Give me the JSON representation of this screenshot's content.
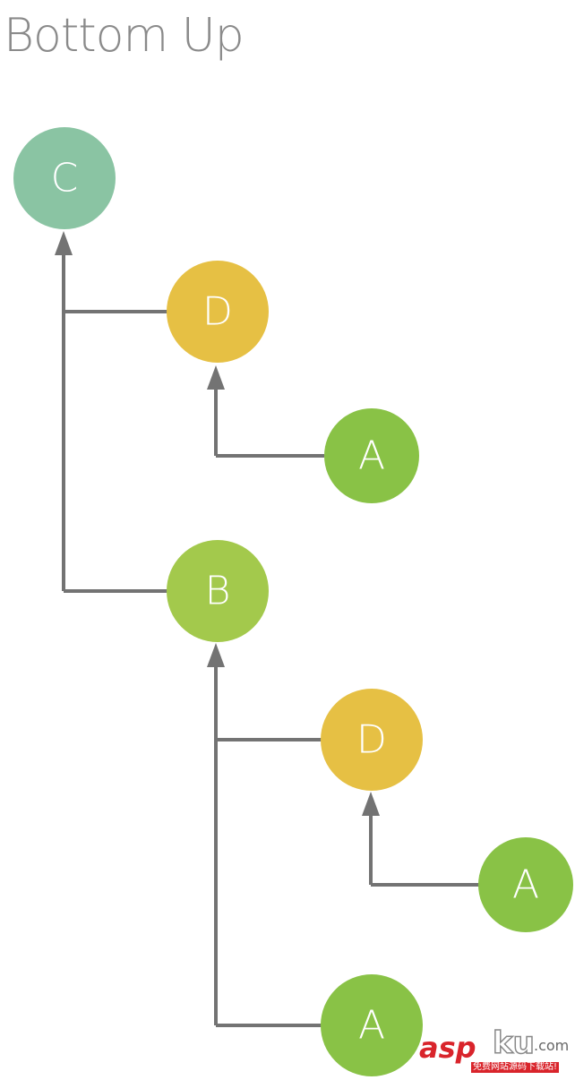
{
  "title": "Bottom Up",
  "colors": {
    "edge": "#737373",
    "title": "#8a8a8a",
    "node_C": "#8ac4a3",
    "node_D": "#e6c044",
    "node_A": "#89c246",
    "node_B": "#a3c94c"
  },
  "nodes": [
    {
      "id": "c",
      "label": "C"
    },
    {
      "id": "d1",
      "label": "D"
    },
    {
      "id": "a1",
      "label": "A"
    },
    {
      "id": "b",
      "label": "B"
    },
    {
      "id": "d2",
      "label": "D"
    },
    {
      "id": "a2",
      "label": "A"
    },
    {
      "id": "a3",
      "label": "A"
    }
  ],
  "watermark": {
    "brand_main": "asp",
    "brand_ku": "ku",
    "brand_tld": ".com",
    "tagline": "免费网站源码下载站!"
  }
}
